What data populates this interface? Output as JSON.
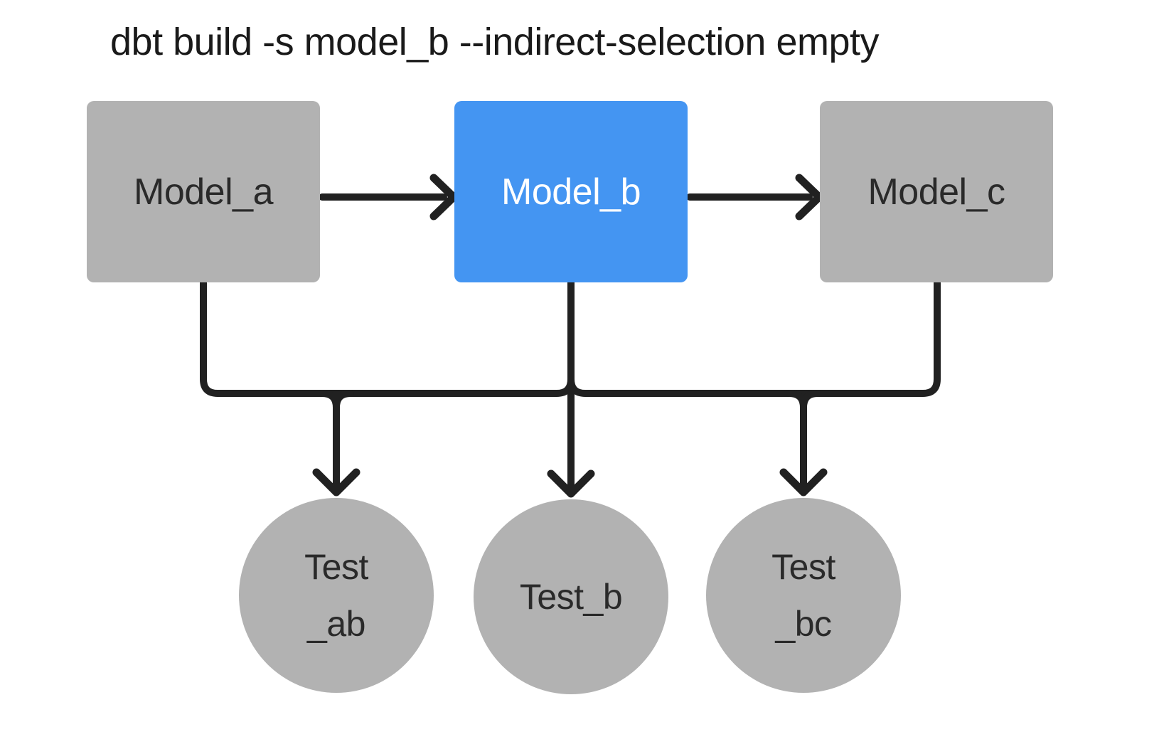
{
  "title": "dbt build -s model_b --indirect-selection empty",
  "colors": {
    "background": "#ffffff",
    "node_gray": "#b2b2b2",
    "accent_blue": "#4495f2",
    "line": "#212121",
    "node_text": "#2a2a2a",
    "title_text": "#1a1a1a",
    "selected_node_text": "#ffffff"
  },
  "nodes": {
    "model_a": {
      "label": "Model_a",
      "type": "model",
      "selected": false
    },
    "model_b": {
      "label": "Model_b",
      "type": "model",
      "selected": true
    },
    "model_c": {
      "label": "Model_c",
      "type": "model",
      "selected": false
    },
    "test_ab": {
      "line1": "Test",
      "line2": "_ab",
      "type": "test"
    },
    "test_b": {
      "line1": "Test_b",
      "type": "test"
    },
    "test_bc": {
      "line1": "Test",
      "line2": "_bc",
      "type": "test"
    }
  },
  "edges": [
    {
      "from": "model_a",
      "to": "model_b"
    },
    {
      "from": "model_b",
      "to": "model_c"
    },
    {
      "from": "model_a",
      "to": "test_ab"
    },
    {
      "from": "model_b",
      "to": "test_ab"
    },
    {
      "from": "model_b",
      "to": "test_b"
    },
    {
      "from": "model_b",
      "to": "test_bc"
    },
    {
      "from": "model_c",
      "to": "test_bc"
    }
  ]
}
